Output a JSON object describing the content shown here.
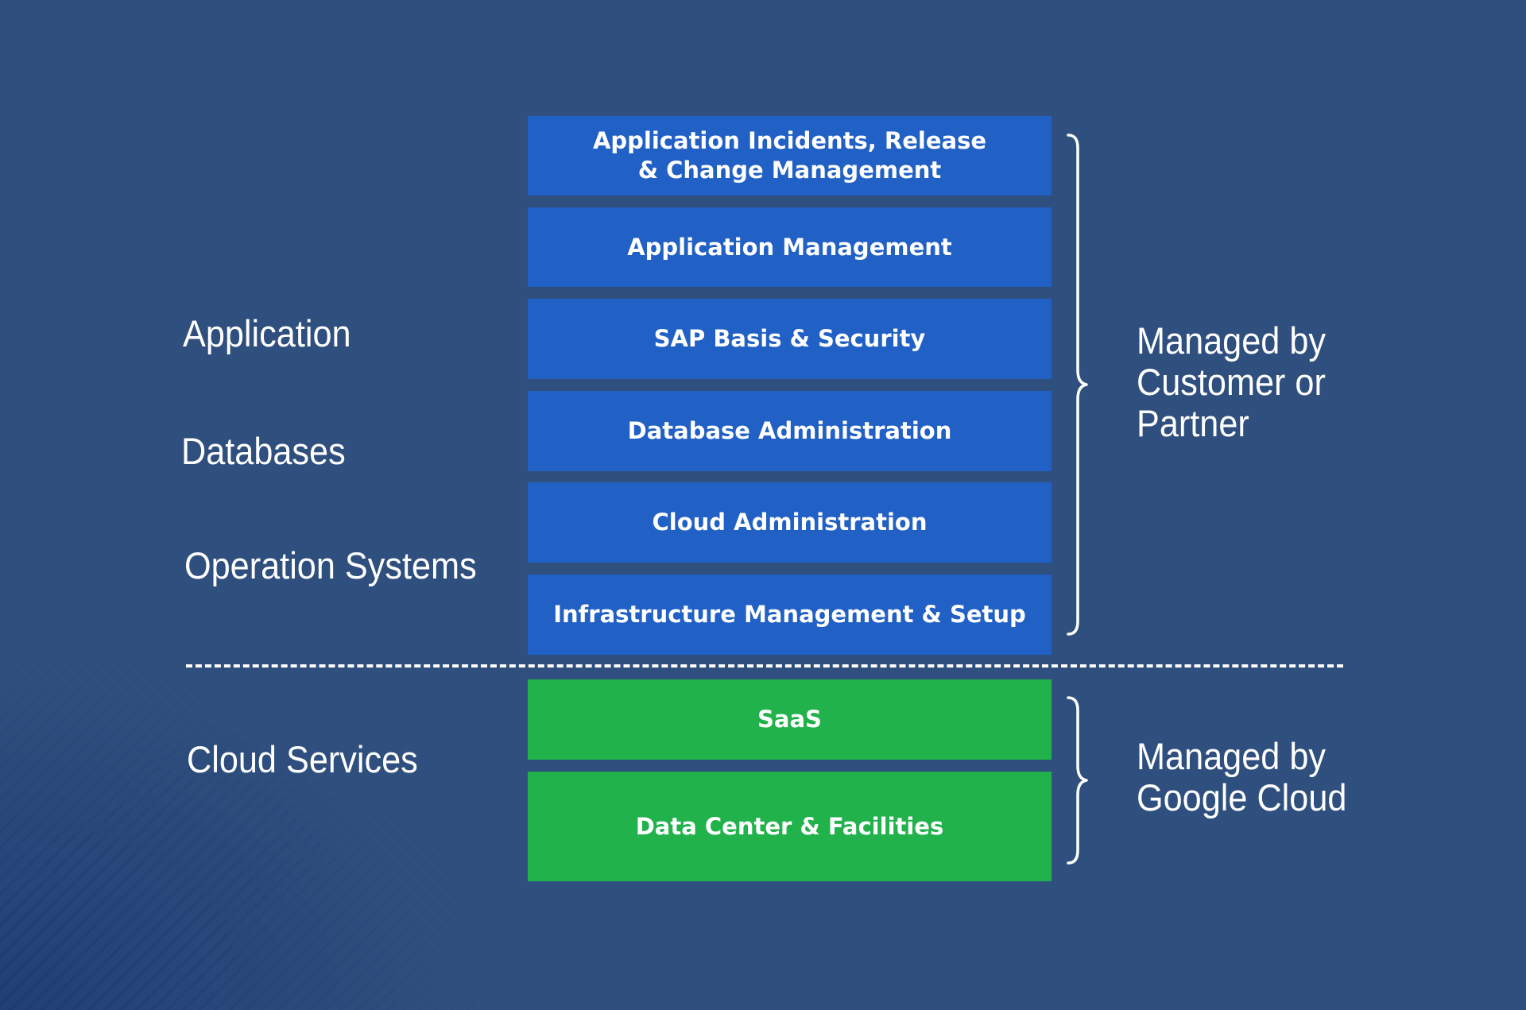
{
  "left_labels": {
    "application": "Application",
    "databases": "Databases",
    "operation_systems": "Operation Systems",
    "cloud_services": "Cloud Services"
  },
  "customer_layers": [
    {
      "line1": "Application Incidents, Release",
      "line2": "& Change Management"
    },
    {
      "label": "Application Management"
    },
    {
      "label": "SAP Basis & Security"
    },
    {
      "label": "Database Administration"
    },
    {
      "label": "Cloud Administration"
    },
    {
      "label": "Infrastructure Management & Setup"
    }
  ],
  "cloud_layers": [
    {
      "label": "SaaS"
    },
    {
      "label": "Data Center & Facilities"
    }
  ],
  "right_labels": {
    "customer": {
      "line1": "Managed by",
      "line2": "Customer or",
      "line3": "Partner"
    },
    "google": {
      "line1": "Managed by",
      "line2": "Google Cloud"
    }
  },
  "colors": {
    "background": "#2f4f7e",
    "customer_layer": "#2160c4",
    "cloud_layer": "#22b24c",
    "text": "#ffffff"
  }
}
